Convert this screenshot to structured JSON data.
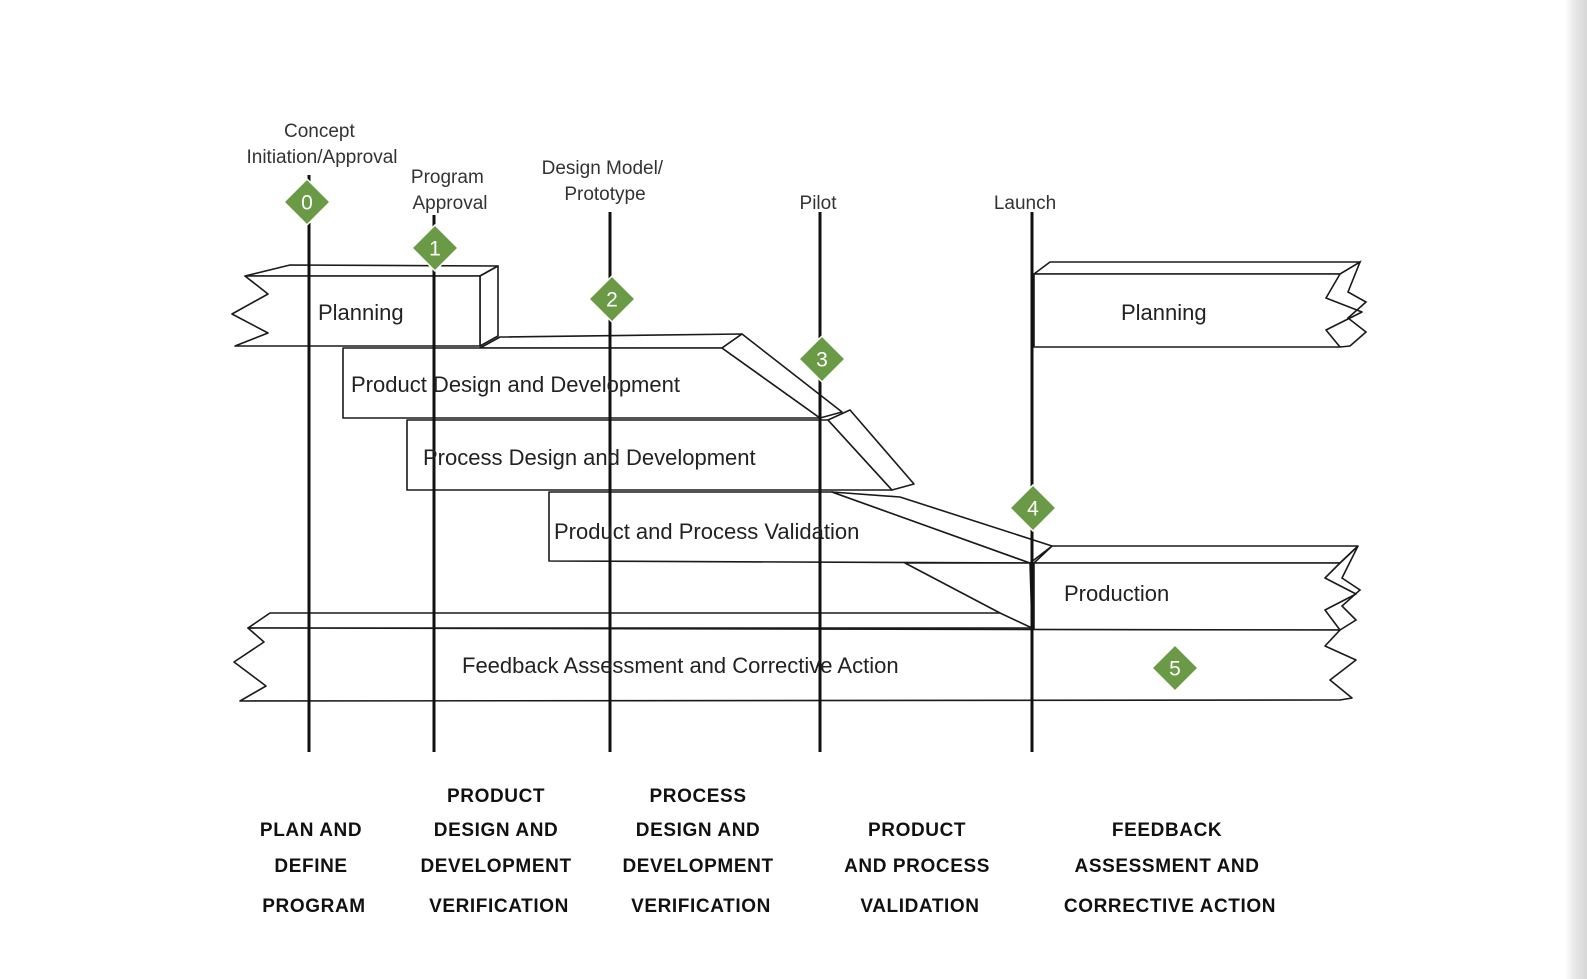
{
  "milestones": [
    {
      "id": "concept",
      "label_lines": [
        "Concept",
        "Initiation/Approval"
      ]
    },
    {
      "id": "program",
      "label_lines": [
        "Program",
        "Approval"
      ]
    },
    {
      "id": "design",
      "label_lines": [
        "Design Model/",
        "Prototype"
      ]
    },
    {
      "id": "pilot",
      "label_lines": [
        "Pilot"
      ]
    },
    {
      "id": "launch",
      "label_lines": [
        "Launch"
      ]
    }
  ],
  "gates": [
    "0",
    "1",
    "2",
    "3",
    "4",
    "5"
  ],
  "bands": {
    "planning_left": "Planning",
    "product_design": "Product Design and Development",
    "process_design": "Process Design and Development",
    "validation": "Product and Process Validation",
    "feedback": "Feedback Assessment and Corrective Action",
    "planning_right": "Planning",
    "production": "Production"
  },
  "phases": [
    {
      "id": "plan",
      "lines": [
        "PLAN AND",
        "DEFINE",
        "PROGRAM"
      ]
    },
    {
      "id": "product",
      "lines": [
        "PRODUCT",
        "DESIGN AND",
        "DEVELOPMENT",
        "VERIFICATION"
      ]
    },
    {
      "id": "process",
      "lines": [
        "PROCESS",
        "DESIGN AND",
        "DEVELOPMENT",
        "VERIFICATION"
      ]
    },
    {
      "id": "validation",
      "lines": [
        "PRODUCT",
        "AND PROCESS",
        "VALIDATION"
      ]
    },
    {
      "id": "feedback",
      "lines": [
        "FEEDBACK",
        "ASSESSMENT AND",
        "CORRECTIVE ACTION"
      ]
    }
  ],
  "colors": {
    "gate_diamond": "#6a9a45",
    "outline": "#1a1a1a"
  }
}
